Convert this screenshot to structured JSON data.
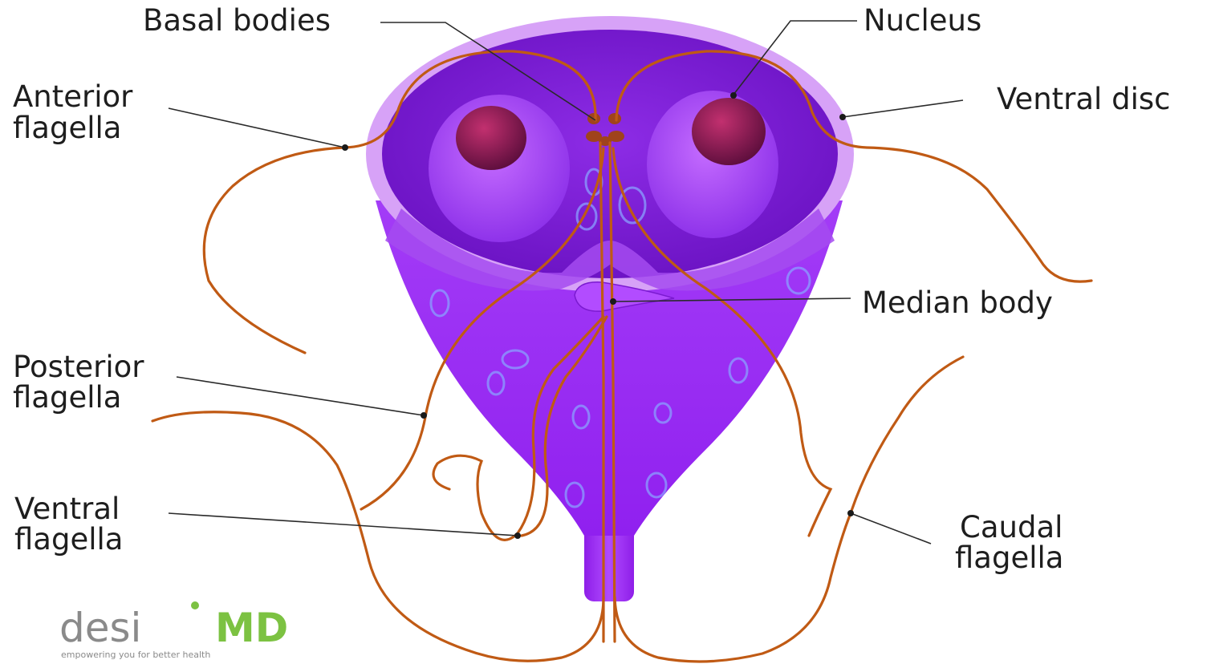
{
  "labels": {
    "basal_bodies": "Basal bodies",
    "nucleus": "Nucleus",
    "anterior_flagella_1": "Anterior",
    "anterior_flagella_2": "flagella",
    "ventral_disc": "Ventral disc",
    "median_body": "Median body",
    "posterior_flagella_1": "Posterior",
    "posterior_flagella_2": "flagella",
    "ventral_flagella_1": "Ventral",
    "ventral_flagella_2": "flagella",
    "caudal_flagella_1": "Caudal",
    "caudal_flagella_2": "flagella"
  },
  "logo": {
    "brand_prefix": "desi",
    "brand_suffix": "MD",
    "tagline": "empowering you for better health"
  },
  "colors": {
    "body": "#9b2bf0",
    "disc_rim": "#d59cf5",
    "flagella": "#c05a14",
    "nucleus_core": "#8e1f4f",
    "logo_green": "#7cc242"
  }
}
